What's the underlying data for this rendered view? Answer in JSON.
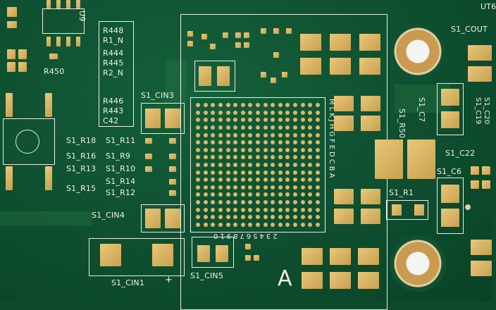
{
  "board": {
    "labels": {
      "u9": "U9",
      "r450": "R450",
      "r448": "R448",
      "r1n": "R1_N",
      "r444": "R444",
      "r445": "R445",
      "r2n": "R2_N",
      "r446": "R446",
      "r443": "R443",
      "c42": "C42",
      "s1cin3": "S1_CIN3",
      "s1r18": "S1_R18",
      "s1r11": "S1_R11",
      "s1r16": "S1_R16",
      "s1r9": "S1_R9",
      "s1r13": "S1_R13",
      "s1r10": "S1_R10",
      "s1r14": "S1_R14",
      "s1r15": "S1_R15",
      "s1r12": "S1_R12",
      "s1cin4": "S1_CIN4",
      "s1cin1": "S1_CIN1",
      "s1cin5": "S1_CIN5",
      "plus1": "+",
      "bigA": "A",
      "s1r50": "S1_R50",
      "s1c7": "S1_C7",
      "s1r1": "S1_R1",
      "s1c22": "S1_C22",
      "s1c6": "S1_C6",
      "s1cout": "S1_COUT",
      "s1c20": "S1_C20",
      "s1c19": "S1_C19",
      "out6": "UT6",
      "bga_rows": "MLKJHGFEDCBA",
      "bga_cols": "2345678910"
    }
  }
}
